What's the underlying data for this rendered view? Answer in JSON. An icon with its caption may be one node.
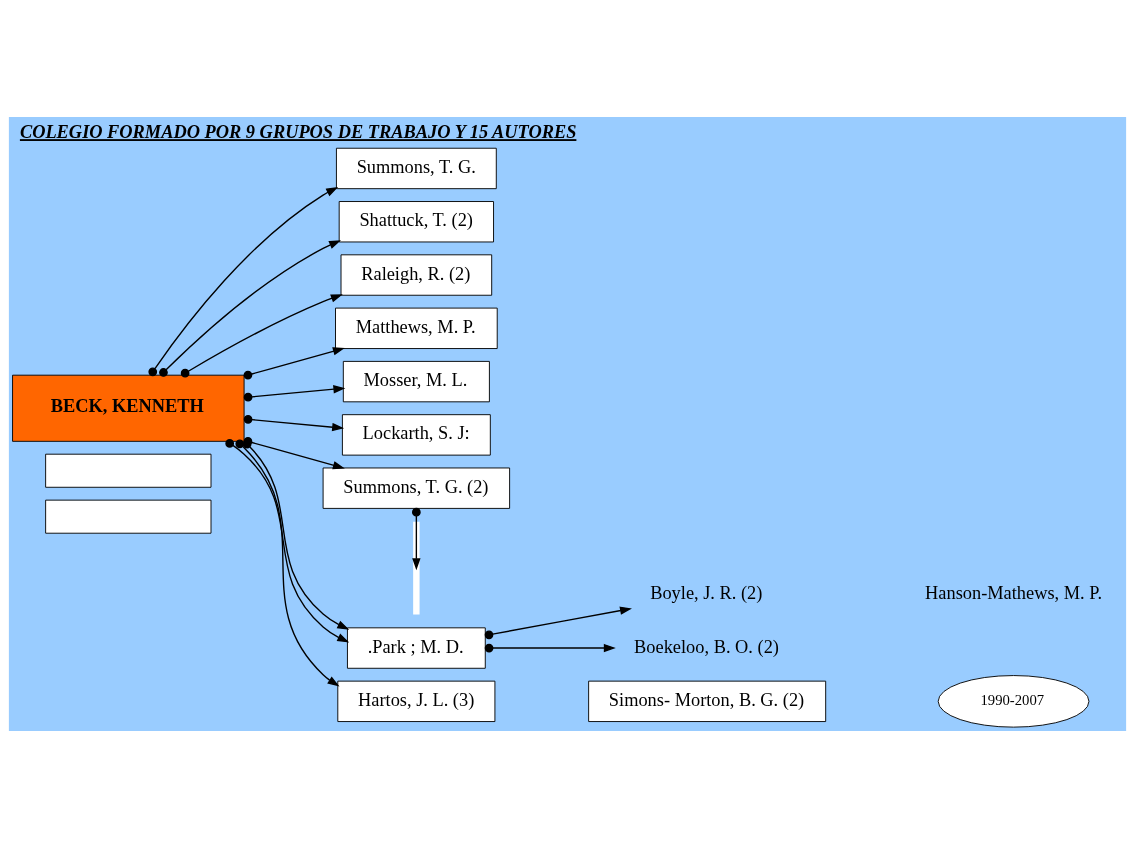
{
  "diagram": {
    "title": "COLEGIO FORMADO POR 9 GRUPOS DE TRABAJO Y 15 AUTORES",
    "nodes": [
      {
        "text": [],
        "shape": "box"
      },
      {
        "text": [
          "Summons, T. G."
        ]
      },
      {
        "text": [
          "Shattuck, T. (2)"
        ]
      },
      {
        "text": [
          "Raleigh, R. (2)"
        ]
      },
      {
        "text": [],
        "shape": "box"
      },
      {
        "text": [
          "Matthews, M. P."
        ]
      },
      {
        "text": [
          "Mosser, M. L."
        ]
      },
      {
        "text": [
          "Lockarth, S. J:"
        ]
      },
      {
        "text": [
          "BECK, KENNETH"
        ]
      },
      {
        "text": [
          "Summons, T. G. (2)"
        ]
      },
      {
        "text": [
          ".Park ; M. D."
        ]
      },
      {
        "text": [
          "Boyle, J. R. (2)"
        ]
      },
      {
        "text": [
          "Hartos, J. L. (3)"
        ]
      },
      {
        "text": [
          "Boekeloo, B. O. (2)"
        ]
      },
      {
        "text": [
          "Simons- Morton, B. G. (2)"
        ]
      },
      {
        "text": [
          "1990-2007"
        ]
      }
    ],
    "edges": [
      {
        "from": 8,
        "to": 1,
        "arrow": "to"
      },
      {
        "from": 8,
        "to": 5,
        "arrow": "to"
      },
      {
        "from": 8,
        "to": 6,
        "arrow": "to"
      },
      {
        "from": 8,
        "to": 2,
        "arrow": "to"
      },
      {
        "from": 8,
        "to": 3,
        "arrow": "to"
      },
      {
        "from": 8,
        "to": 7,
        "arrow": "to"
      },
      {
        "from": 8,
        "to": 9,
        "arrow": "to"
      },
      {
        "from": 9,
        "to": null,
        "arrow": "to"
      },
      {
        "from": 8,
        "to": 10,
        "arrow": "to"
      },
      {
        "from": 8,
        "to": 10,
        "arrow": "to"
      },
      {
        "from": 8,
        "to": 12,
        "arrow": "to"
      },
      {
        "from": 10,
        "to": 11,
        "arrow": "to"
      },
      {
        "from": 10,
        "to": 13,
        "arrow": "to"
      }
    ],
    "labels": [
      "Hanson-Mathews, M. P."
    ]
  }
}
